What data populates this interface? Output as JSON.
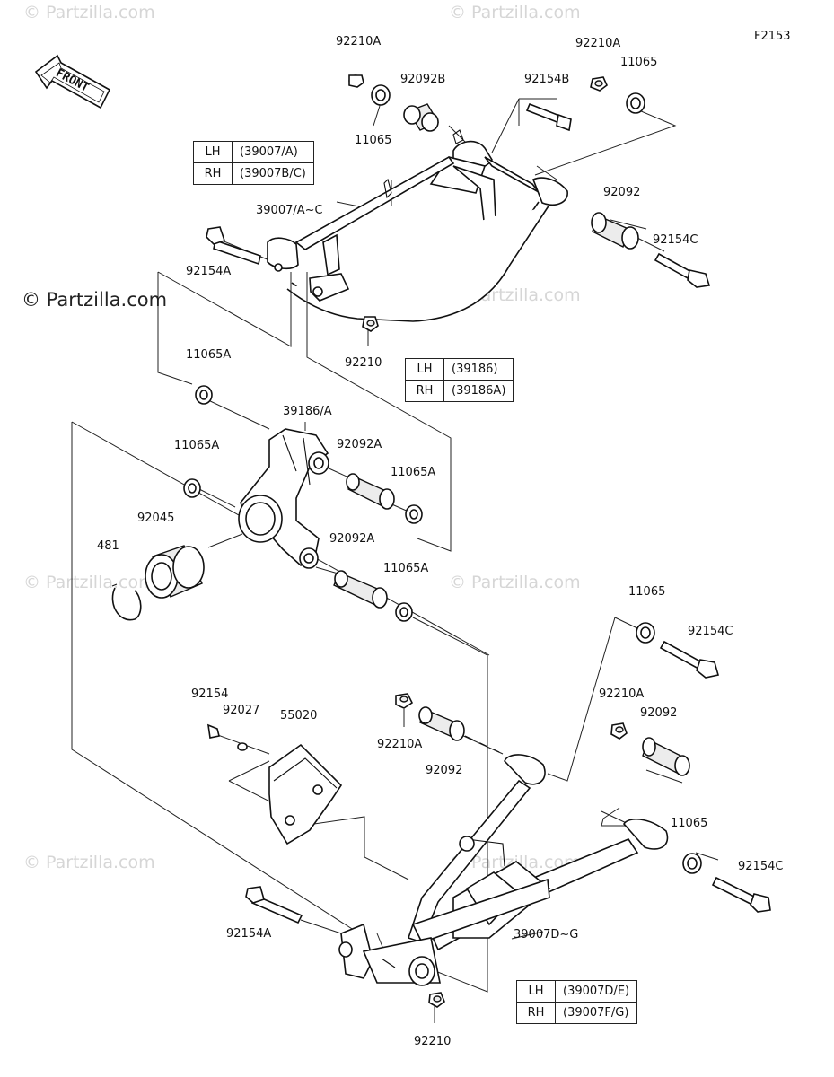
{
  "figure_code": "F2153",
  "front_label": "FRONT",
  "watermark": {
    "faint": "© Partzilla.com",
    "dark": "© Partzilla.com"
  },
  "labels": {
    "l92210A_top": "92210A",
    "l11065_a": "11065",
    "l92092B": "92092B",
    "l92210A_r": "92210A",
    "l11065_tr": "11065",
    "l92154B": "92154B",
    "l39007AC": "39007/A~C",
    "l92092_u": "92092",
    "l92154C_u": "92154C",
    "l92154A_u": "92154A",
    "l92210_u": "92210",
    "l11065A_1": "11065A",
    "l39186A": "39186/A",
    "l11065A_2": "11065A",
    "l92092A_1": "92092A",
    "l11065A_3": "11065A",
    "l92045": "92045",
    "l481": "481",
    "l92092A_2": "92092A",
    "l11065A_4": "11065A",
    "l11065_m": "11065",
    "l92154C_m": "92154C",
    "l92154": "92154",
    "l92027": "92027",
    "l55020": "55020",
    "l92210A_m": "92210A",
    "l92092_m": "92092",
    "l92210A_m2": "92210A",
    "l92092_m2": "92092",
    "l11065_b": "11065",
    "l92154C_b": "92154C",
    "l92154A_b": "92154A",
    "l39007DG": "39007D~G",
    "l92210_b": "92210"
  },
  "tables": {
    "upper_arm": [
      {
        "side": "LH",
        "part": "(39007/A)"
      },
      {
        "side": "RH",
        "part": "(39007B/C)"
      }
    ],
    "knuckle": [
      {
        "side": "LH",
        "part": "(39186)"
      },
      {
        "side": "RH",
        "part": "(39186A)"
      }
    ],
    "lower_arm": [
      {
        "side": "LH",
        "part": "(39007D/E)"
      },
      {
        "side": "RH",
        "part": "(39007F/G)"
      }
    ]
  }
}
